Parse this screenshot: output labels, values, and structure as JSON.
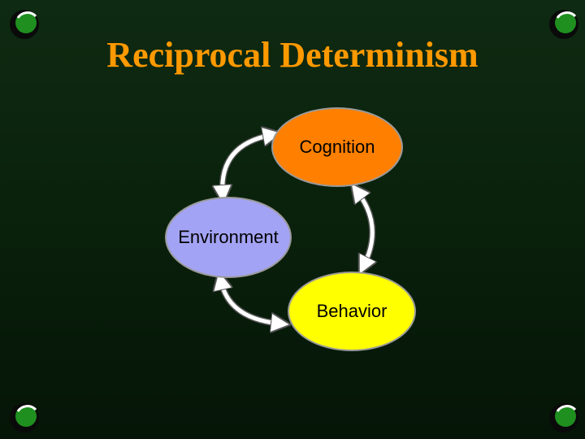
{
  "slide": {
    "title": "Reciprocal Determinism"
  },
  "diagram": {
    "nodes": {
      "cognition": "Cognition",
      "environment": "Environment",
      "behavior": "Behavior"
    },
    "colors": {
      "cognition": "#ff8000",
      "environment": "#a3a3f5",
      "behavior": "#ffff00",
      "arrow_fill": "#ffffff",
      "arrow_outline": "#555555",
      "title": "#ff9900",
      "background": "#0a220c"
    }
  },
  "decorations": {
    "corner_icon": "green-ring-bullet-icon"
  }
}
